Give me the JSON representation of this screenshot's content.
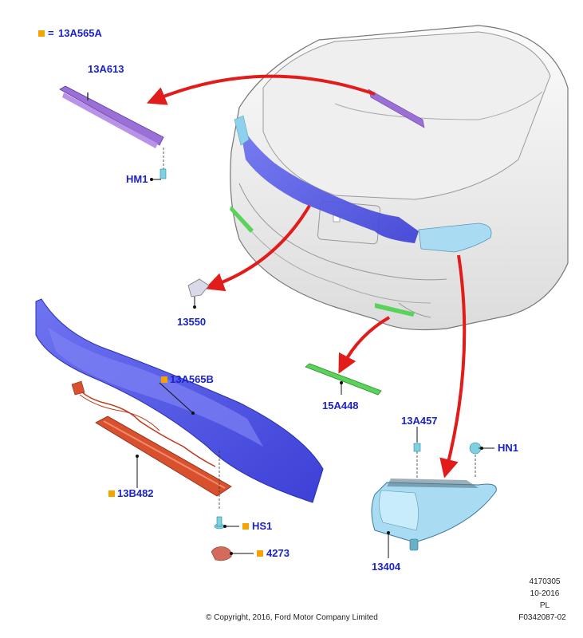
{
  "legend": {
    "equals": "=",
    "code": "13A565A"
  },
  "labels": {
    "p13A613": "13A613",
    "hm1": "HM1",
    "p13550": "13550",
    "p13A565B": "13A565B",
    "p13B482": "13B482",
    "hs1": "HS1",
    "p4273": "4273",
    "p15A448": "15A448",
    "p13A457": "13A457",
    "hn1": "HN1",
    "p13404": "13404"
  },
  "footer": {
    "copyright": "© Copyright, 2016, Ford Motor Company Limited",
    "doc_number": "4170305",
    "date": "10-2016",
    "region": "PL",
    "figure_id": "F0342087-02"
  },
  "colors": {
    "label_blue": "#1a22c8",
    "marker_orange": "#f5a300",
    "arrow_red": "#e21b1b",
    "lamp_purple": "#4a4ee0",
    "stop_lamp_violet": "#9a6fd6",
    "reflector_green": "#5bd35b",
    "wiring_red": "#d9502e",
    "tail_lamp_cyan": "#a9dcf3"
  },
  "icons": [
    "legend-square-marker",
    "connector-dot"
  ]
}
